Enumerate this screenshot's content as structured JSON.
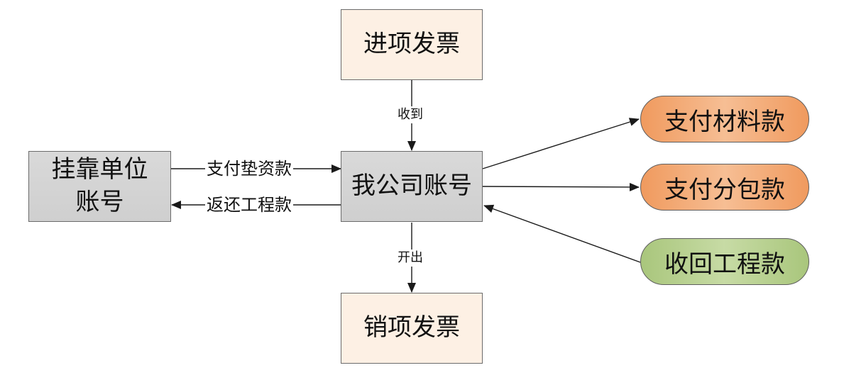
{
  "nodes": {
    "input_invoice": "进项发票",
    "output_invoice": "销项发票",
    "affiliated_line1": "挂靠单位",
    "affiliated_line2": "账号",
    "company_account": "我公司账号",
    "pay_material": "支付材料款",
    "pay_subcontract": "支付分包款",
    "recover_engineering": "收回工程款"
  },
  "edges": {
    "received": "收到",
    "issued": "开出",
    "pay_advance": "支付垫资款",
    "return_engineering": "返还工程款"
  },
  "colors": {
    "invoice_fill": "#fdf0e4",
    "gray_fill": "#d4d4d4",
    "orange_fill": "#f4ad7a",
    "green_fill": "#b5cf8d",
    "line": "#1a1a1a"
  }
}
